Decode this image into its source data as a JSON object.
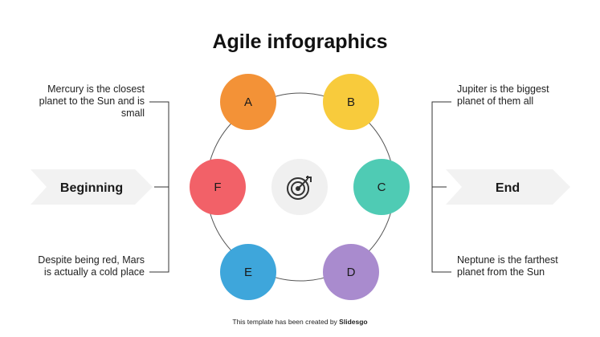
{
  "title": "Agile infographics",
  "stages": {
    "start": "Beginning",
    "end": "End"
  },
  "nodes": [
    {
      "id": "a",
      "label": "A",
      "color": "#F39237"
    },
    {
      "id": "b",
      "label": "B",
      "color": "#F8CB3C"
    },
    {
      "id": "c",
      "label": "C",
      "color": "#4FCBB4"
    },
    {
      "id": "d",
      "label": "D",
      "color": "#A98BCE"
    },
    {
      "id": "e",
      "label": "E",
      "color": "#3EA6DB"
    },
    {
      "id": "f",
      "label": "F",
      "color": "#F26168"
    }
  ],
  "center_icon": "target-icon",
  "notes": {
    "top_left": "Mercury is the closest planet to the Sun and is small",
    "bottom_left": "Despite being red, Mars is actually a cold place",
    "top_right": "Jupiter is the biggest planet of them all",
    "bottom_right": "Neptune is the farthest planet from the Sun"
  },
  "footer": {
    "prefix": "This template has been created by",
    "brand": "Slidesgo"
  }
}
